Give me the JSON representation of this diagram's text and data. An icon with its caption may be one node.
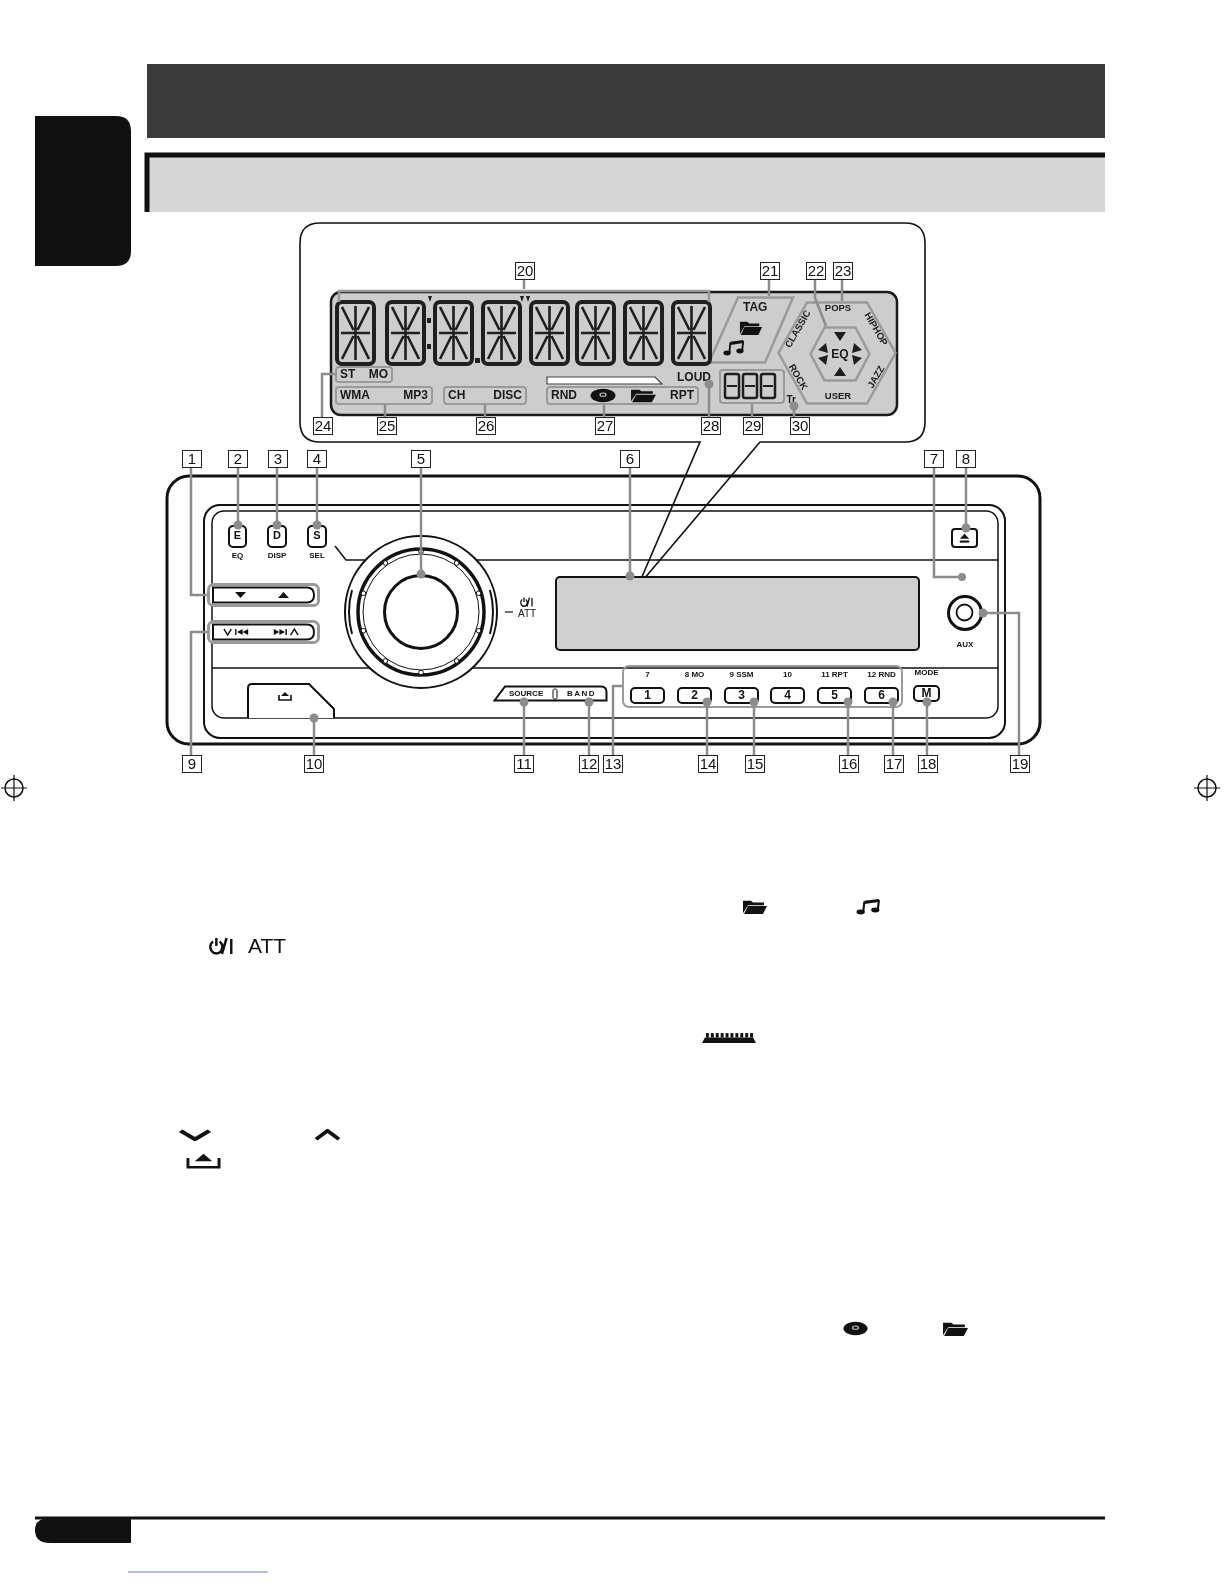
{
  "diagram": {
    "nodes": [
      {
        "text": [
          "1"
        ]
      },
      {
        "text": [
          "2"
        ]
      },
      {
        "text": [
          "3"
        ]
      },
      {
        "text": [
          "4"
        ]
      },
      {
        "text": [
          "5"
        ]
      },
      {
        "text": [
          "6"
        ]
      },
      {
        "text": [
          "7"
        ]
      },
      {
        "text": [
          "8"
        ]
      },
      {
        "text": [
          "9"
        ]
      },
      {
        "text": [
          "10"
        ]
      },
      {
        "text": [
          "11"
        ]
      },
      {
        "text": [
          "12"
        ]
      },
      {
        "text": [
          "13"
        ]
      },
      {
        "text": [
          "14"
        ]
      },
      {
        "text": [
          "15"
        ]
      },
      {
        "text": [
          "16"
        ]
      },
      {
        "text": [
          "17"
        ]
      },
      {
        "text": [
          "18"
        ]
      },
      {
        "text": [
          "19"
        ]
      },
      {
        "text": [
          "20"
        ]
      },
      {
        "text": [
          "21"
        ]
      },
      {
        "text": [
          "22"
        ]
      },
      {
        "text": [
          "23"
        ]
      },
      {
        "text": [
          "24"
        ]
      },
      {
        "text": [
          "25"
        ]
      },
      {
        "text": [
          "26"
        ]
      },
      {
        "text": [
          "27"
        ]
      },
      {
        "text": [
          "28"
        ]
      },
      {
        "text": [
          "29"
        ]
      },
      {
        "text": [
          "30"
        ]
      },
      {
        "text": [
          "ST",
          "MO"
        ]
      },
      {
        "text": [
          "WMA",
          "MP3"
        ]
      },
      {
        "text": [
          "CH",
          "DISC"
        ]
      },
      {
        "text": [
          "RND",
          "RPT"
        ]
      },
      {
        "text": [],
        "shape": "box"
      },
      {
        "text": [
          "TAG"
        ]
      },
      {
        "text": [
          "POPS",
          "CLASSIC",
          "HIPHOP",
          "ROCK",
          "JAZZ",
          "USER"
        ]
      },
      {
        "text": [
          "EQ"
        ],
        "in": 36
      },
      {
        "text": [
          "E"
        ],
        "beside": [
          "EQ"
        ]
      },
      {
        "text": [
          "D"
        ],
        "beside": [
          "DISP"
        ]
      },
      {
        "text": [
          "S"
        ],
        "beside": [
          "SEL"
        ]
      },
      {
        "text": [],
        "shape": "box"
      },
      {
        "text": [],
        "shape": "box"
      },
      {
        "text": [],
        "shape": "circle"
      },
      {
        "text": [],
        "shape": "box"
      },
      {
        "text": [],
        "shape": "box"
      },
      {
        "text": [],
        "shape": "circle",
        "beside": [
          "AUX"
        ]
      },
      {
        "text": [],
        "shape": "box"
      },
      {
        "text": [
          "SOURCE",
          "BAND"
        ]
      },
      {
        "text": [],
        "shape": "box"
      },
      {
        "text": [
          "1"
        ],
        "in": 49,
        "beside": [
          "7"
        ]
      },
      {
        "text": [
          "2"
        ],
        "in": 49,
        "beside": [
          "8 MO"
        ]
      },
      {
        "text": [
          "3"
        ],
        "in": 49,
        "beside": [
          "9 SSM"
        ]
      },
      {
        "text": [
          "4"
        ],
        "in": 49,
        "beside": [
          "10"
        ]
      },
      {
        "text": [
          "5"
        ],
        "in": 49,
        "beside": [
          "11 RPT"
        ]
      },
      {
        "text": [
          "6"
        ],
        "in": 49,
        "beside": [
          "12 RND"
        ]
      },
      {
        "text": [
          "M"
        ],
        "beside": [
          "MODE"
        ]
      },
      {
        "text": [],
        "shape": "circle"
      },
      {
        "text": [],
        "shape": "box"
      },
      {
        "text": [
          "LOUD"
        ]
      },
      {
        "text": [
          "Tr"
        ]
      }
    ],
    "edges": [
      {
        "from": 0,
        "to": 41,
        "arrow": "none"
      },
      {
        "from": 1,
        "to": 38,
        "arrow": "other"
      },
      {
        "from": 2,
        "to": 39,
        "arrow": "other"
      },
      {
        "from": 3,
        "to": 40,
        "arrow": "other"
      },
      {
        "from": 4,
        "to": 43,
        "arrow": "other"
      },
      {
        "from": 5,
        "to": 44,
        "arrow": "other"
      },
      {
        "from": 6,
        "to": 57,
        "arrow": "none"
      },
      {
        "from": 7,
        "to": 45,
        "arrow": "other"
      },
      {
        "from": 8,
        "to": 42,
        "arrow": "none"
      },
      {
        "from": 9,
        "to": 47,
        "arrow": "other"
      },
      {
        "from": 10,
        "to": 48,
        "arrow": "other"
      },
      {
        "from": 11,
        "to": 48,
        "arrow": "other"
      },
      {
        "from": 12,
        "to": 49,
        "arrow": "none"
      },
      {
        "from": 13,
        "to": 51,
        "arrow": "other"
      },
      {
        "from": 14,
        "to": 52,
        "arrow": "other"
      },
      {
        "from": 15,
        "to": 54,
        "arrow": "other"
      },
      {
        "from": 16,
        "to": 55,
        "arrow": "other"
      },
      {
        "from": 17,
        "to": 56,
        "arrow": "other"
      },
      {
        "from": 18,
        "to": 46,
        "arrow": "other"
      },
      {
        "from": 19,
        "to": 58,
        "arrow": "none"
      },
      {
        "from": 20,
        "to": 35,
        "arrow": "none"
      },
      {
        "from": 21,
        "to": 37,
        "arrow": "none"
      },
      {
        "from": 22,
        "to": 36,
        "arrow": "none"
      },
      {
        "from": 23,
        "to": 30,
        "arrow": "none"
      },
      {
        "from": 24,
        "to": 31,
        "arrow": "none"
      },
      {
        "from": 25,
        "to": 32,
        "arrow": "none"
      },
      {
        "from": 26,
        "to": 33,
        "arrow": "none"
      },
      {
        "from": 27,
        "to": 59,
        "arrow": "other"
      },
      {
        "from": 28,
        "to": 34,
        "arrow": "none"
      },
      {
        "from": 29,
        "to": 60,
        "arrow": "other"
      }
    ],
    "labels": [
      "ATT",
      "ATT"
    ]
  }
}
